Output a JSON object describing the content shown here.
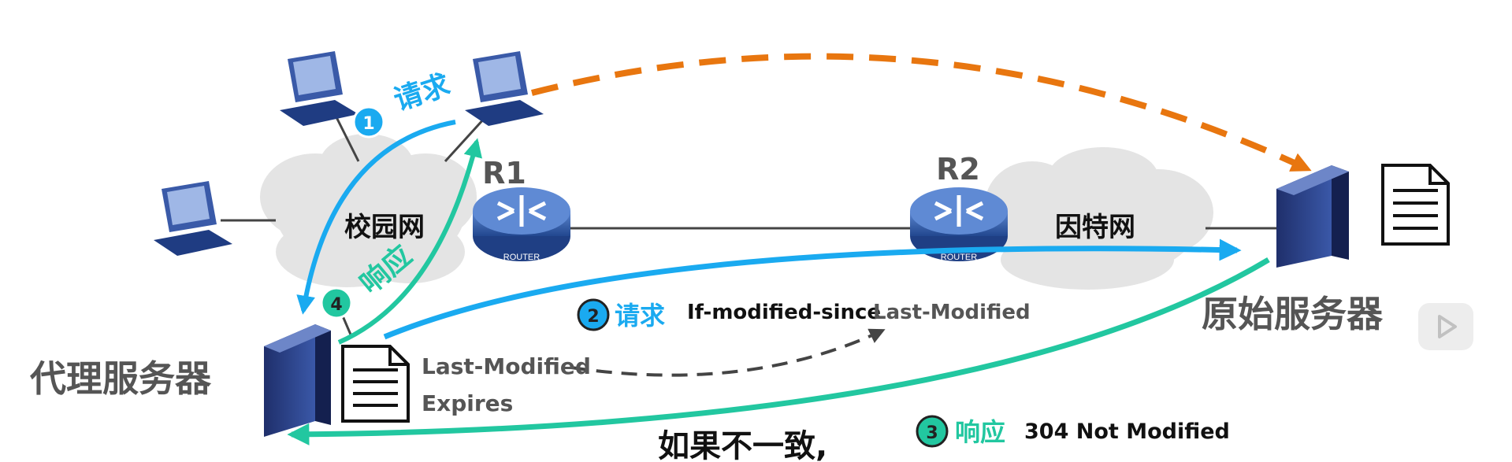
{
  "labels": {
    "campus_net": "校园网",
    "internet": "因特网",
    "r1": "R1",
    "r2": "R2",
    "router_caption": "ROUTER",
    "proxy_server": "代理服务器",
    "origin_server": "原始服务器",
    "step1_num": "1",
    "step1_text": "请求",
    "step2_num": "2",
    "step2_text": "请求",
    "step2_header": "If-modified-since",
    "step2_value": "Last-Modified",
    "step3_num": "3",
    "step3_text": "响应",
    "step3_status": "304 Not Modified",
    "step4_num": "4",
    "step4_text": "响应",
    "doc_field1": "Last-Modified",
    "doc_field2": "Expires",
    "subtitle": "如果不一致,"
  },
  "colors": {
    "blue": "#1aaaf0",
    "teal": "#22c7a0",
    "orange": "#e8760f",
    "gray_text": "#555555",
    "router": "#2f5ba8",
    "cloud": "#e3e3e3"
  }
}
